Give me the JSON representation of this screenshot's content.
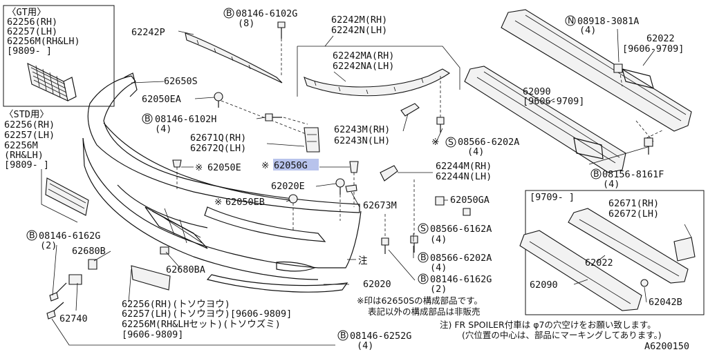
{
  "diagram": {
    "code": "A6200150",
    "labels": {
      "gt_inset": [
        "〈GT用〉",
        "62256(RH)",
        "62257(LH)",
        "62256M(RH&LH)",
        "[9809-      ]"
      ],
      "std_inset": [
        "〈STD用〉",
        "62256(RH)",
        "62257(LH)",
        "62256M",
        "(RH&LH)",
        "[9809-      ]"
      ],
      "reinf_inset_header": "[9709-      ]",
      "p_62242P": "62242P",
      "p_08146_6102G_top": "08146-6102G",
      "p_08146_6102G_top_qty": "(8)",
      "p_62242M": "62242M(RH)",
      "p_62242N": "62242N(LH)",
      "p_62242MA": "62242MA(RH)",
      "p_62242NA": "62242NA(LH)",
      "p_08918": "08918-3081A",
      "p_08918_qty": "(4)",
      "p_62022_top": "62022",
      "p_62022_date": "[9606-9709]",
      "p_62090_top": "62090",
      "p_62090_date": "[9606-9709]",
      "p_62650S": "62650S",
      "p_62050EA": "62050EA",
      "p_08146_6102H": "08146-6102H",
      "p_08146_6102H_qty": "(4)",
      "p_62671Q": "62671Q(RH)",
      "p_62672Q": "62672Q(LH)",
      "p_62243M": "62243M(RH)",
      "p_62243N": "62243N(LH)",
      "p_08566_6202A_right": "08566-6202A",
      "p_08566_6202A_right_qty": "(4)",
      "p_62050E": "62050E",
      "p_62050G": "62050G",
      "p_62244M": "62244M(RH)",
      "p_62244N": "62244N(LH)",
      "p_08156": "08156-8161F",
      "p_08156_qty": "(4)",
      "p_62020E": "62020E",
      "p_62050EB": "62050EB",
      "p_62673M": "62673M",
      "p_62050GA": "62050GA",
      "p_08566_6162A": "08566-6162A",
      "p_08566_6162A_qty": "(4)",
      "p_08566_6202A_lower": "08566-6202A",
      "p_08566_6202A_lower_qty": "(4)",
      "p_08146_6162G_right": "08146-6162G",
      "p_08146_6162G_right_qty": "(2)",
      "p_08146_6162G_left": "08146-6162G",
      "p_08146_6162G_left_qty": "(2)",
      "p_62680B": "62680B",
      "p_62680BA": "62680BA",
      "p_62020": "62020",
      "note_ref": "注",
      "p_62740": "62740",
      "bottom_block": [
        "62256(RH)(トソウヨウ)",
        "62257(LH)(トソウヨウ)[9606-9809]",
        "62256M(RH&LHセット)(トソウズミ)",
        "[9606-9809]"
      ],
      "p_08146_6252G": "08146-6252G",
      "p_08146_6252G_qty": "(4)",
      "inset_62671": "62671(RH)",
      "inset_62672": "62672(LH)",
      "inset_62022": "62022",
      "inset_62090": "62090",
      "inset_62042B": "62042B",
      "mark_note_1": "※印は62650Sの構成部品です。",
      "mark_note_2": "表記以外の構成部品は非販売",
      "fr_note_1": "注) FR SPOILER付車は φ7の穴空けをお願い致します。",
      "fr_note_2": "(穴位置の中心は、部品にマーキングしてあります。)",
      "circle_B": "B",
      "circle_S": "S",
      "circle_N": "N",
      "mark": "※"
    }
  }
}
